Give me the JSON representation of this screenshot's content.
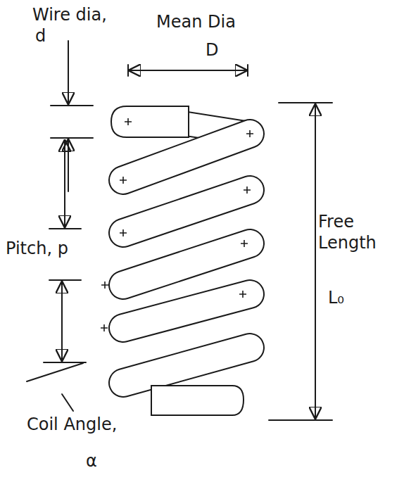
{
  "diagram": {
    "labels": [
      "Wire dia,",
      "d",
      "Mean Dia",
      "D",
      "Pitch, p",
      "Free Length",
      "L₀",
      "Coil Angle,",
      "α"
    ]
  }
}
